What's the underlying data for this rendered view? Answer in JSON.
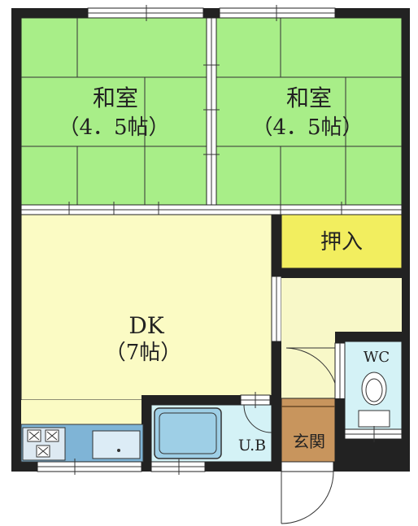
{
  "rooms": {
    "washitsu_left": {
      "name": "和室",
      "size": "（4．5帖）"
    },
    "washitsu_right": {
      "name": "和室",
      "size": "（4．5帖）"
    },
    "oshiire": {
      "name": "押入"
    },
    "dk": {
      "name": "DK",
      "size": "（7帖）"
    },
    "ub": {
      "name": "U.B"
    },
    "genkan": {
      "name": "玄関"
    },
    "wc": {
      "name": "WC"
    }
  },
  "colors": {
    "tatami": "#a8ee88",
    "dk_floor": "#fbfbc4",
    "oshiire": "#f2ee5f",
    "corridor": "#f8f8c8",
    "bath": "#d4f2f6",
    "bathtub": "#9ecfe6",
    "kitchen": "#7fb4d6",
    "genkan": "#c8955d",
    "wall": "#222222"
  }
}
